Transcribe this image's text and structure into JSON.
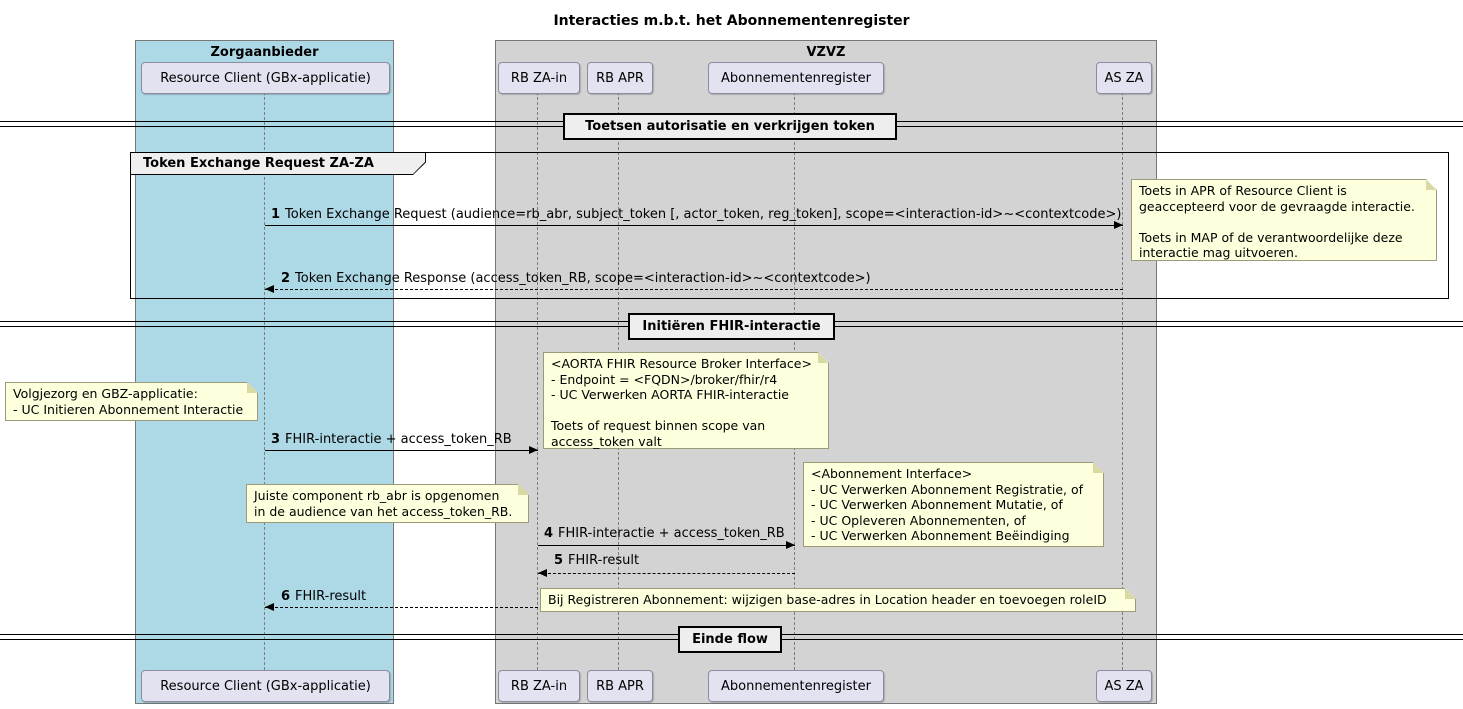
{
  "title": "Interacties m.b.t. het Abonnementenregister",
  "colors": {
    "zorgaanbieder_box": "#ADD8E6",
    "vzvz_box": "#D3D3D3",
    "participant_fill": "#E2E2F0",
    "note_fill": "#FEFFDD",
    "divider_fill": "#EEEEEE"
  },
  "boxes": [
    {
      "label": "Zorgaanbieder"
    },
    {
      "label": "VZVZ"
    }
  ],
  "participants": [
    {
      "label": "Resource Client (GBx-applicatie)"
    },
    {
      "label": "RB ZA-in"
    },
    {
      "label": "RB APR"
    },
    {
      "label": "Abonnementenregister"
    },
    {
      "label": "AS ZA"
    }
  ],
  "dividers": [
    {
      "label": "Toetsen autorisatie en verkrijgen token"
    },
    {
      "label": "Initiëren FHIR-interactie"
    },
    {
      "label": "Einde flow"
    }
  ],
  "group": {
    "label": "Token Exchange Request ZA-ZA"
  },
  "messages": [
    {
      "num": "1",
      "text": "Token Exchange Request (audience=rb_abr, subject_token [, actor_token, reg_token], scope=<interaction-id>~<contextcode>)"
    },
    {
      "num": "2",
      "text": "Token Exchange Response (access_token_RB, scope=<interaction-id>~<contextcode>)"
    },
    {
      "num": "3",
      "text": "FHIR-interactie + access_token_RB"
    },
    {
      "num": "4",
      "text": "FHIR-interactie + access_token_RB"
    },
    {
      "num": "5",
      "text": "FHIR-result"
    },
    {
      "num": "6",
      "text": "FHIR-result"
    }
  ],
  "notes": [
    {
      "text": "Toets in APR of Resource Client is\ngeaccepteerd voor de gevraagde interactie.\n\nToets in MAP of de verantwoordelijke deze\ninteractie mag uitvoeren."
    },
    {
      "text": "<AORTA FHIR Resource Broker Interface>\n- Endpoint = <FQDN>/broker/fhir/r4\n- UC Verwerken AORTA FHIR-interactie\n\nToets of request binnen scope van\naccess_token valt"
    },
    {
      "text": "Volgjezorg en GBZ-applicatie:\n- UC Initieren Abonnement Interactie"
    },
    {
      "text": "Juiste component rb_abr is opgenomen\nin de audience van het access_token_RB."
    },
    {
      "text": "<Abonnement Interface>\n- UC Verwerken Abonnement Registratie, of\n- UC Verwerken Abonnement Mutatie, of\n- UC Opleveren Abonnementen, of\n- UC Verwerken Abonnement Beëindiging"
    },
    {
      "text": "Bij Registreren Abonnement: wijzigen base-adres in Location header en toevoegen roleID"
    }
  ]
}
